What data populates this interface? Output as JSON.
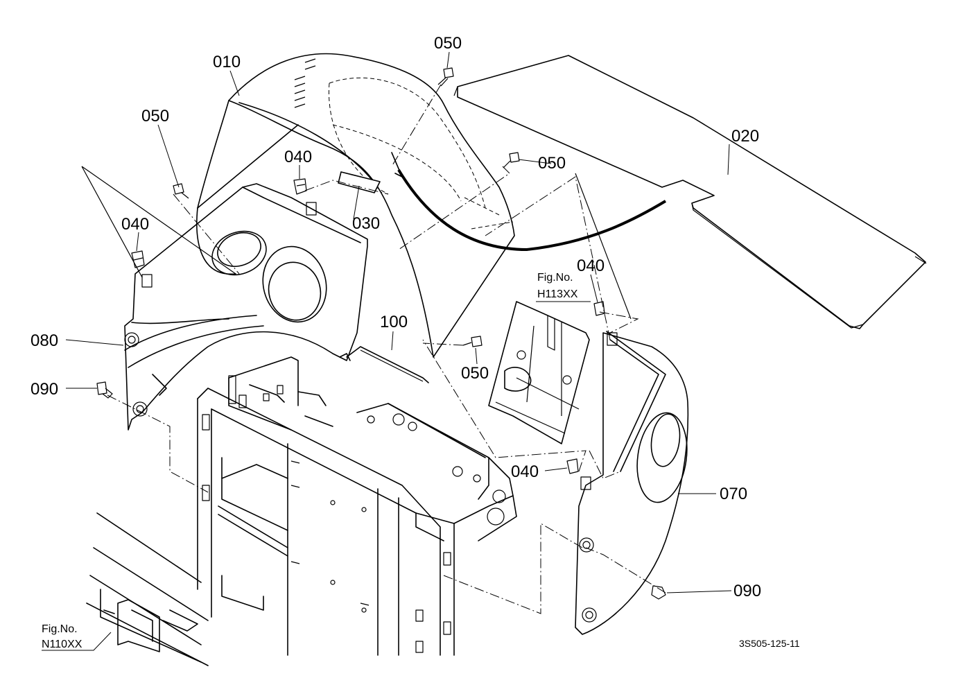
{
  "part_labels": {
    "p010": "010",
    "p020": "020",
    "p030": "030",
    "p040_a": "040",
    "p040_b": "040",
    "p040_c": "040",
    "p040_d": "040",
    "p050_a": "050",
    "p050_b": "050",
    "p050_c": "050",
    "p050_d": "050",
    "p070": "070",
    "p080": "080",
    "p090_a": "090",
    "p090_b": "090",
    "p100": "100"
  },
  "figure_refs": {
    "h113_title": "Fig.No.",
    "h113_code": "H113XX",
    "n110_title": "Fig.No.",
    "n110_code": "N110XX"
  },
  "drawing_code": "3S505-125-11"
}
